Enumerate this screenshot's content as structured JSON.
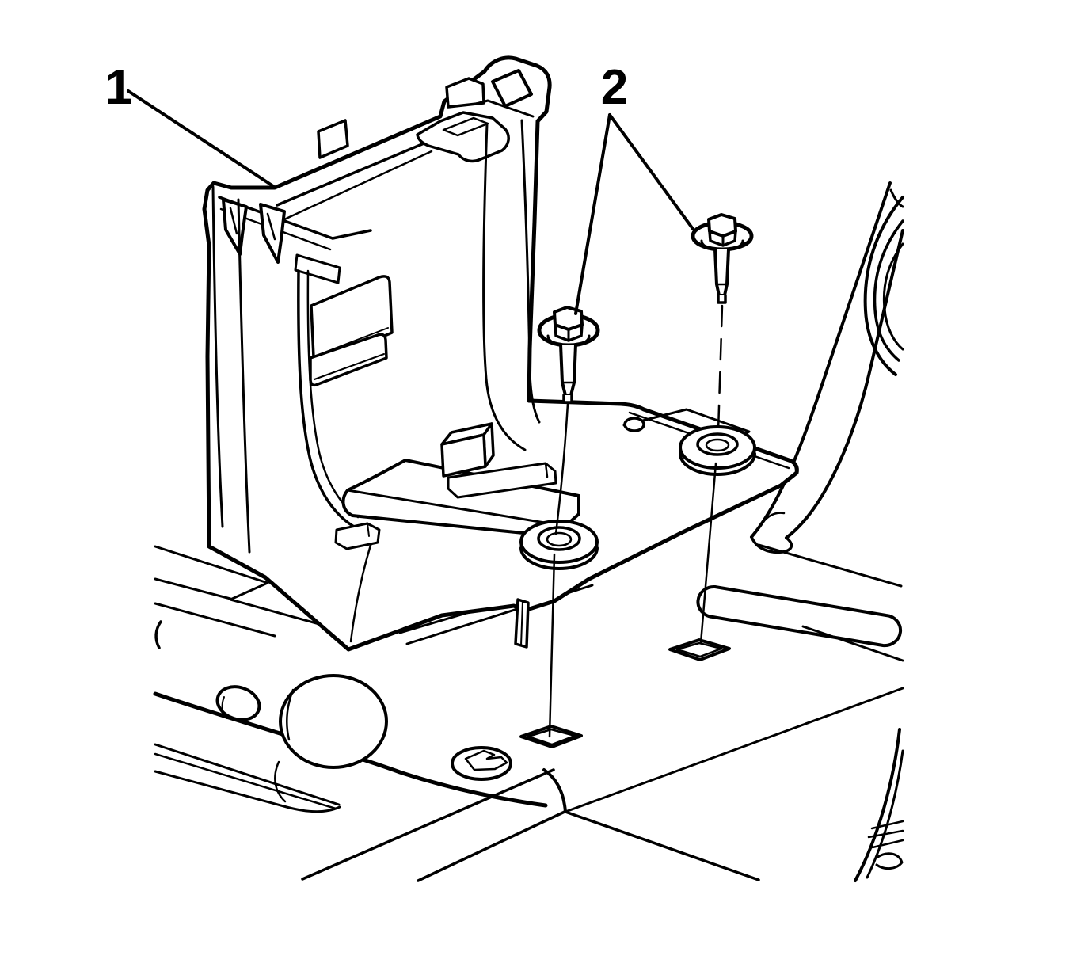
{
  "figure": {
    "type": "service-manual-line-illustration",
    "background_color": "#ffffff",
    "line_color": "#000000"
  },
  "callouts": [
    {
      "label": "1"
    },
    {
      "label": "2"
    }
  ]
}
